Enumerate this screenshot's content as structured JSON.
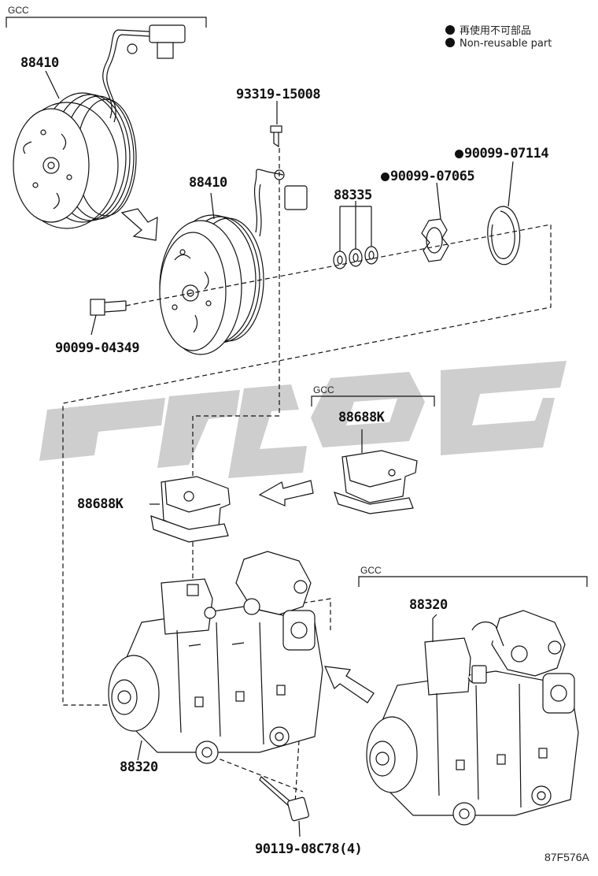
{
  "labels": {
    "p88410_a": "88410",
    "p93319": "93319-15008",
    "p88410_b": "88410",
    "p88335": "88335",
    "p90099_07065": "90099-07065",
    "p90099_07114": "90099-07114",
    "p90099_04349": "90099-04349",
    "p88688k_a": "88688K",
    "p88688k_b": "88688K",
    "p88320_a": "88320",
    "p88320_b": "88320",
    "p90119": "90119-08C78(4)"
  },
  "gcc_tags": {
    "top": "GCC",
    "middle": "GCC",
    "right": "GCC"
  },
  "legend": {
    "line1": "再使用不可部品",
    "line2": "Non-reusable part"
  },
  "diagram_code": "87F576A",
  "colors": {
    "ink": "#111111",
    "watermark": "#c9c9c9"
  }
}
